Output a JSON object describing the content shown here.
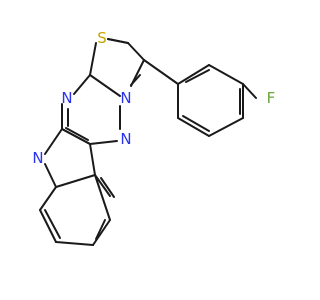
{
  "molecule": {
    "atoms": {
      "S": {
        "symbol": "S",
        "color": "#c8a400"
      },
      "N_bridge": {
        "symbol": "N",
        "color": "#2a33ee"
      },
      "N_top": {
        "symbol": "N",
        "color": "#2a33ee"
      },
      "N_left": {
        "symbol": "N",
        "color": "#2a33ee"
      },
      "N_mid": {
        "symbol": "N",
        "color": "#2a33ee"
      },
      "F": {
        "symbol": "F",
        "color": "#6aa63a"
      }
    }
  }
}
